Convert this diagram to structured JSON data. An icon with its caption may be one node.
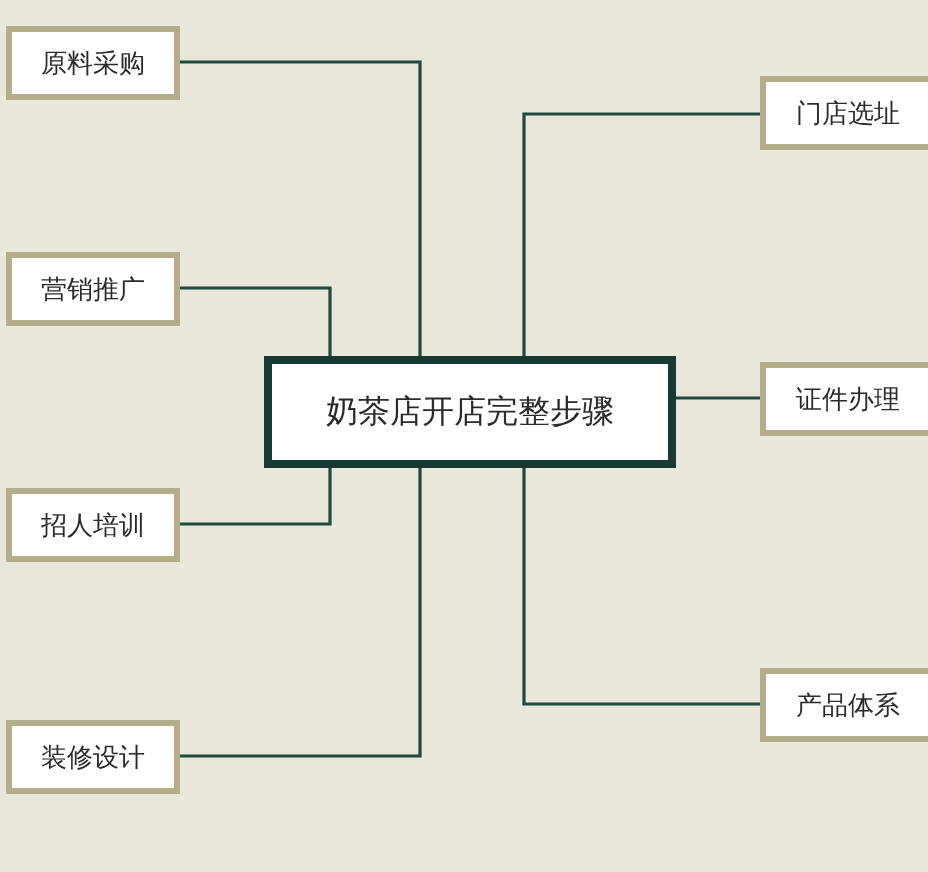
{
  "diagram": {
    "nodes": [
      {
        "text": [
          "奶茶店开店完整步骤"
        ]
      },
      {
        "text": [
          "原料采购"
        ]
      },
      {
        "text": [
          "营销推广"
        ]
      },
      {
        "text": [
          "招人培训"
        ]
      },
      {
        "text": [
          "装修设计"
        ]
      },
      {
        "text": [
          "门店选址"
        ]
      },
      {
        "text": [
          "证件办理"
        ]
      },
      {
        "text": [
          "产品体系"
        ]
      }
    ],
    "edges": [
      {
        "from": 0,
        "to": 1,
        "arrow": "none"
      },
      {
        "from": 0,
        "to": 2,
        "arrow": "none"
      },
      {
        "from": 0,
        "to": 3,
        "arrow": "none"
      },
      {
        "from": 0,
        "to": 4,
        "arrow": "none"
      },
      {
        "from": 0,
        "to": 5,
        "arrow": "none"
      },
      {
        "from": 0,
        "to": 6,
        "arrow": "none"
      },
      {
        "from": 0,
        "to": 7,
        "arrow": "none"
      }
    ]
  }
}
